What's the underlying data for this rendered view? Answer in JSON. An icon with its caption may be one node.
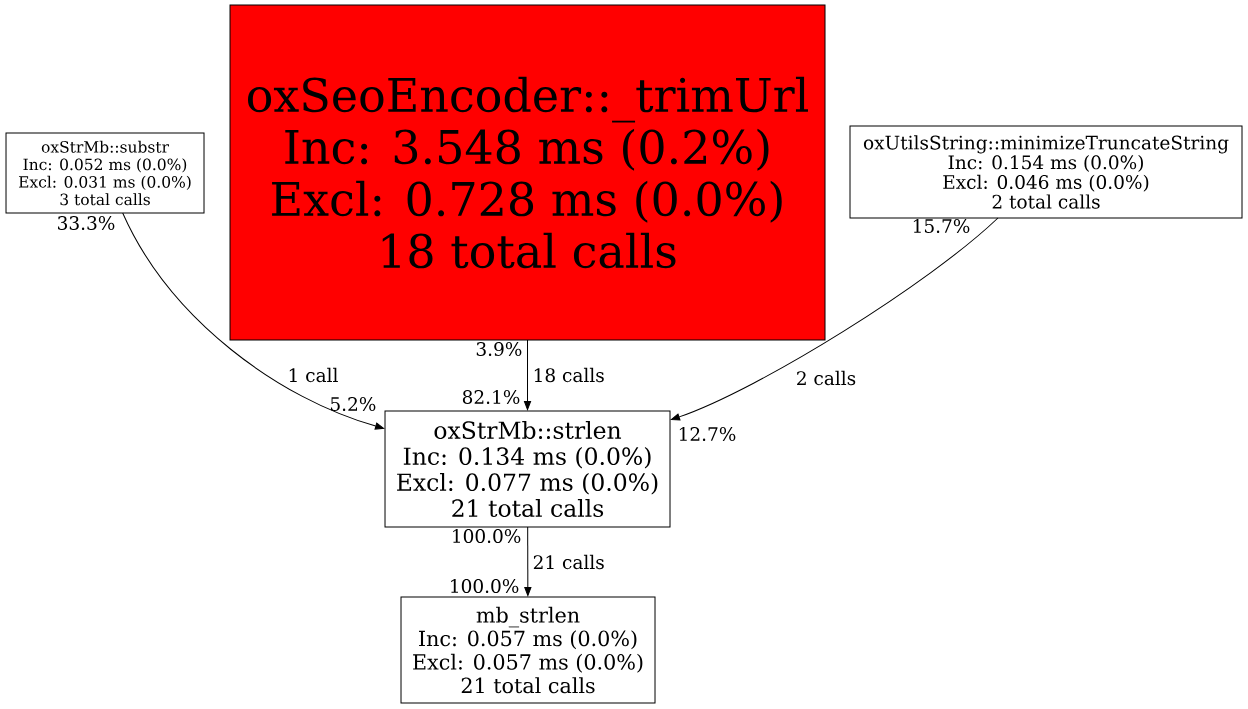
{
  "diagram": {
    "nodes": [
      {
        "text": [
          "oxStrMb::substr",
          "Inc: 0.052 ms (0.0%)",
          "Excl: 0.031 ms (0.0%)",
          "3 total calls"
        ]
      },
      {
        "text": [
          "oxSeoEncoder::_trimUrl",
          "Inc: 3.548 ms (0.2%)",
          "Excl: 0.728 ms (0.0%)",
          "18 total calls"
        ]
      },
      {
        "text": [
          "oxUtilsString::minimizeTruncateString",
          "Inc: 0.154 ms (0.0%)",
          "Excl: 0.046 ms (0.0%)",
          "2 total calls"
        ]
      },
      {
        "text": [
          "oxStrMb::strlen",
          "Inc: 0.134 ms (0.0%)",
          "Excl: 0.077 ms (0.0%)",
          "21 total calls"
        ]
      },
      {
        "text": [
          "mb_strlen",
          "Inc: 0.057 ms (0.0%)",
          "Excl: 0.057 ms (0.0%)",
          "21 total calls"
        ]
      }
    ],
    "edges": [
      {
        "from": 0,
        "to": 3,
        "arrow": "to",
        "label": "1 call"
      },
      {
        "from": 1,
        "to": 3,
        "arrow": "to",
        "label": "18 calls"
      },
      {
        "from": 2,
        "to": 3,
        "arrow": "to",
        "label": "2 calls"
      },
      {
        "from": 3,
        "to": 4,
        "arrow": "to",
        "label": "21 calls"
      }
    ],
    "labels": [
      "33.3%",
      "15.7%",
      "3.9%",
      "82.1%",
      "12.7%",
      "5.2%",
      "100.0%",
      "100.0%"
    ]
  }
}
